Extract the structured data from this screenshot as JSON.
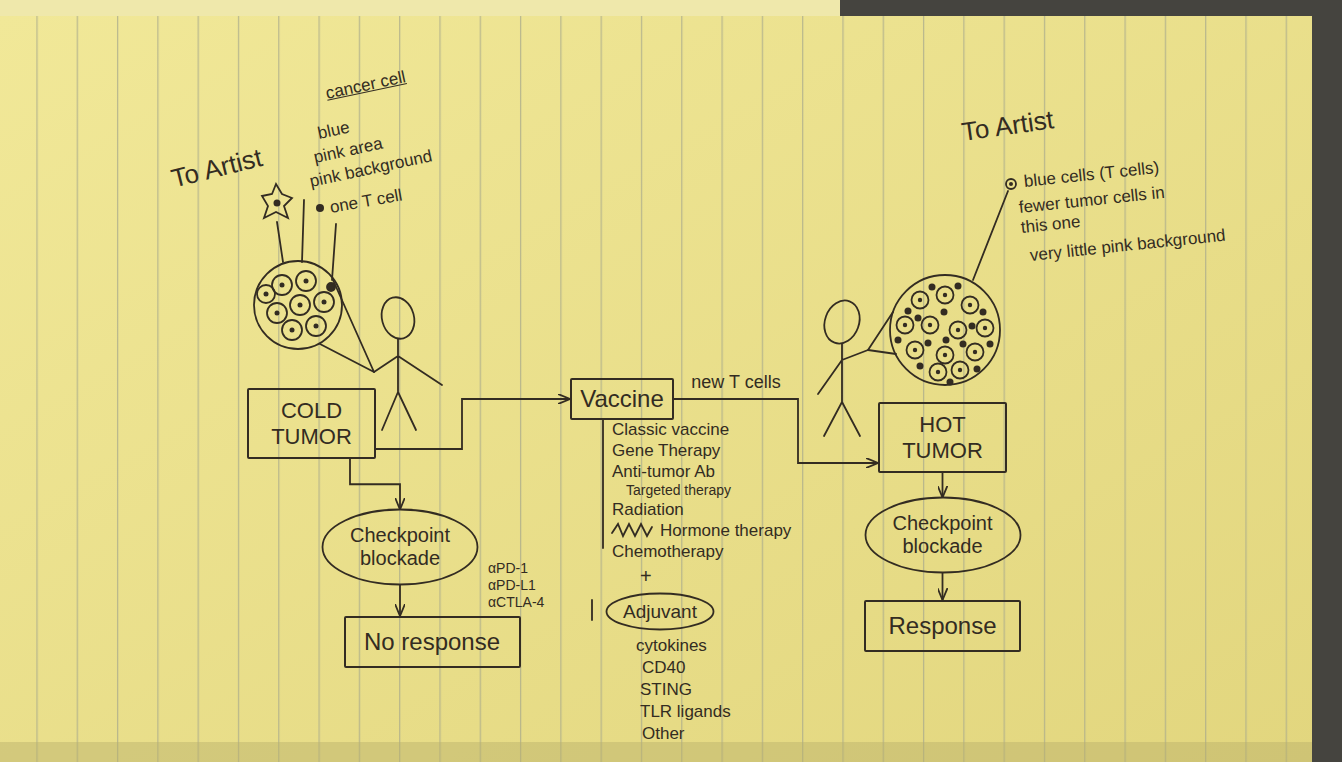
{
  "diagram": {
    "nodes": [
      {
        "text": [
          "COLD TUMOR"
        ]
      },
      {
        "text": [
          "Checkpoint blockade"
        ]
      },
      {
        "text": [
          "No response"
        ]
      },
      {
        "text": [
          "Vaccine"
        ]
      },
      {
        "text": [
          "Adjuvant"
        ]
      },
      {
        "text": [
          "HOT TUMOR"
        ]
      },
      {
        "text": [
          "Checkpoint blockade"
        ]
      },
      {
        "text": [
          "Response"
        ]
      }
    ],
    "edges": [
      {
        "from": 0,
        "to": 1,
        "arrow": "to"
      },
      {
        "from": 1,
        "to": 2,
        "arrow": "to"
      },
      {
        "from": 0,
        "to": 3,
        "arrow": "to"
      },
      {
        "from": 3,
        "to": 5,
        "label": "new T cells",
        "arrow": "to"
      },
      {
        "from": 5,
        "to": 6,
        "arrow": "to"
      },
      {
        "from": 6,
        "to": 7,
        "arrow": "to"
      }
    ],
    "labels": [
      "To Artist",
      "cancer cell",
      "blue",
      "pink area",
      "pink background",
      "one T cell",
      "αPD-1",
      "αPD-L1",
      "αCTLA-4",
      "Classic vaccine",
      "Gene Therapy",
      "Anti-tumor Ab",
      "Targeted therapy",
      "Radiation",
      "Hormone therapy",
      "Chemotherapy",
      "+",
      "cytokines",
      "CD40",
      "STING",
      "TLR ligands",
      "Other",
      "To Artist",
      "blue cells (T cells)",
      "fewer tumor cells in this one",
      "very little pink background"
    ]
  }
}
